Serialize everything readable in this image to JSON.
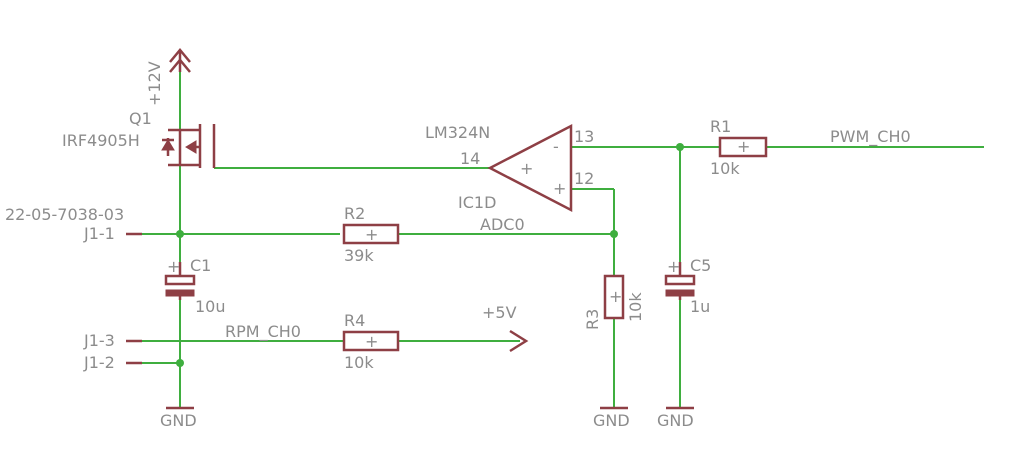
{
  "colors": {
    "wire": "#3fae3f",
    "component": "#8e3f45",
    "label": "#8c8c8c",
    "background": "#ffffff"
  },
  "supply": {
    "v12": "+12V",
    "v5": "+5V"
  },
  "q1": {
    "ref": "Q1",
    "part": "IRF4905H"
  },
  "connector": {
    "part": "22-05-7038-03",
    "pin1": "J1-1",
    "pin2": "J1-2",
    "pin3": "J1-3"
  },
  "ic": {
    "part": "LM324N",
    "ref": "IC1D",
    "pin13": "13",
    "pin12": "12",
    "pin14": "14",
    "plus_sign": "+",
    "minus_sign": "-",
    "gain_sign": "+"
  },
  "r1": {
    "ref": "R1",
    "value": "10k"
  },
  "r2": {
    "ref": "R2",
    "value": "39k"
  },
  "r3": {
    "ref": "R3",
    "value": "10k"
  },
  "r4": {
    "ref": "R4",
    "value": "10k"
  },
  "c1": {
    "ref": "C1",
    "value": "10u"
  },
  "c5": {
    "ref": "C5",
    "value": "1u"
  },
  "nets": {
    "pwm": "PWM_CH0",
    "adc": "ADC0",
    "rpm": "RPM_CH0"
  },
  "ground": {
    "label": "GND"
  },
  "polarity": {
    "plus": "+"
  }
}
